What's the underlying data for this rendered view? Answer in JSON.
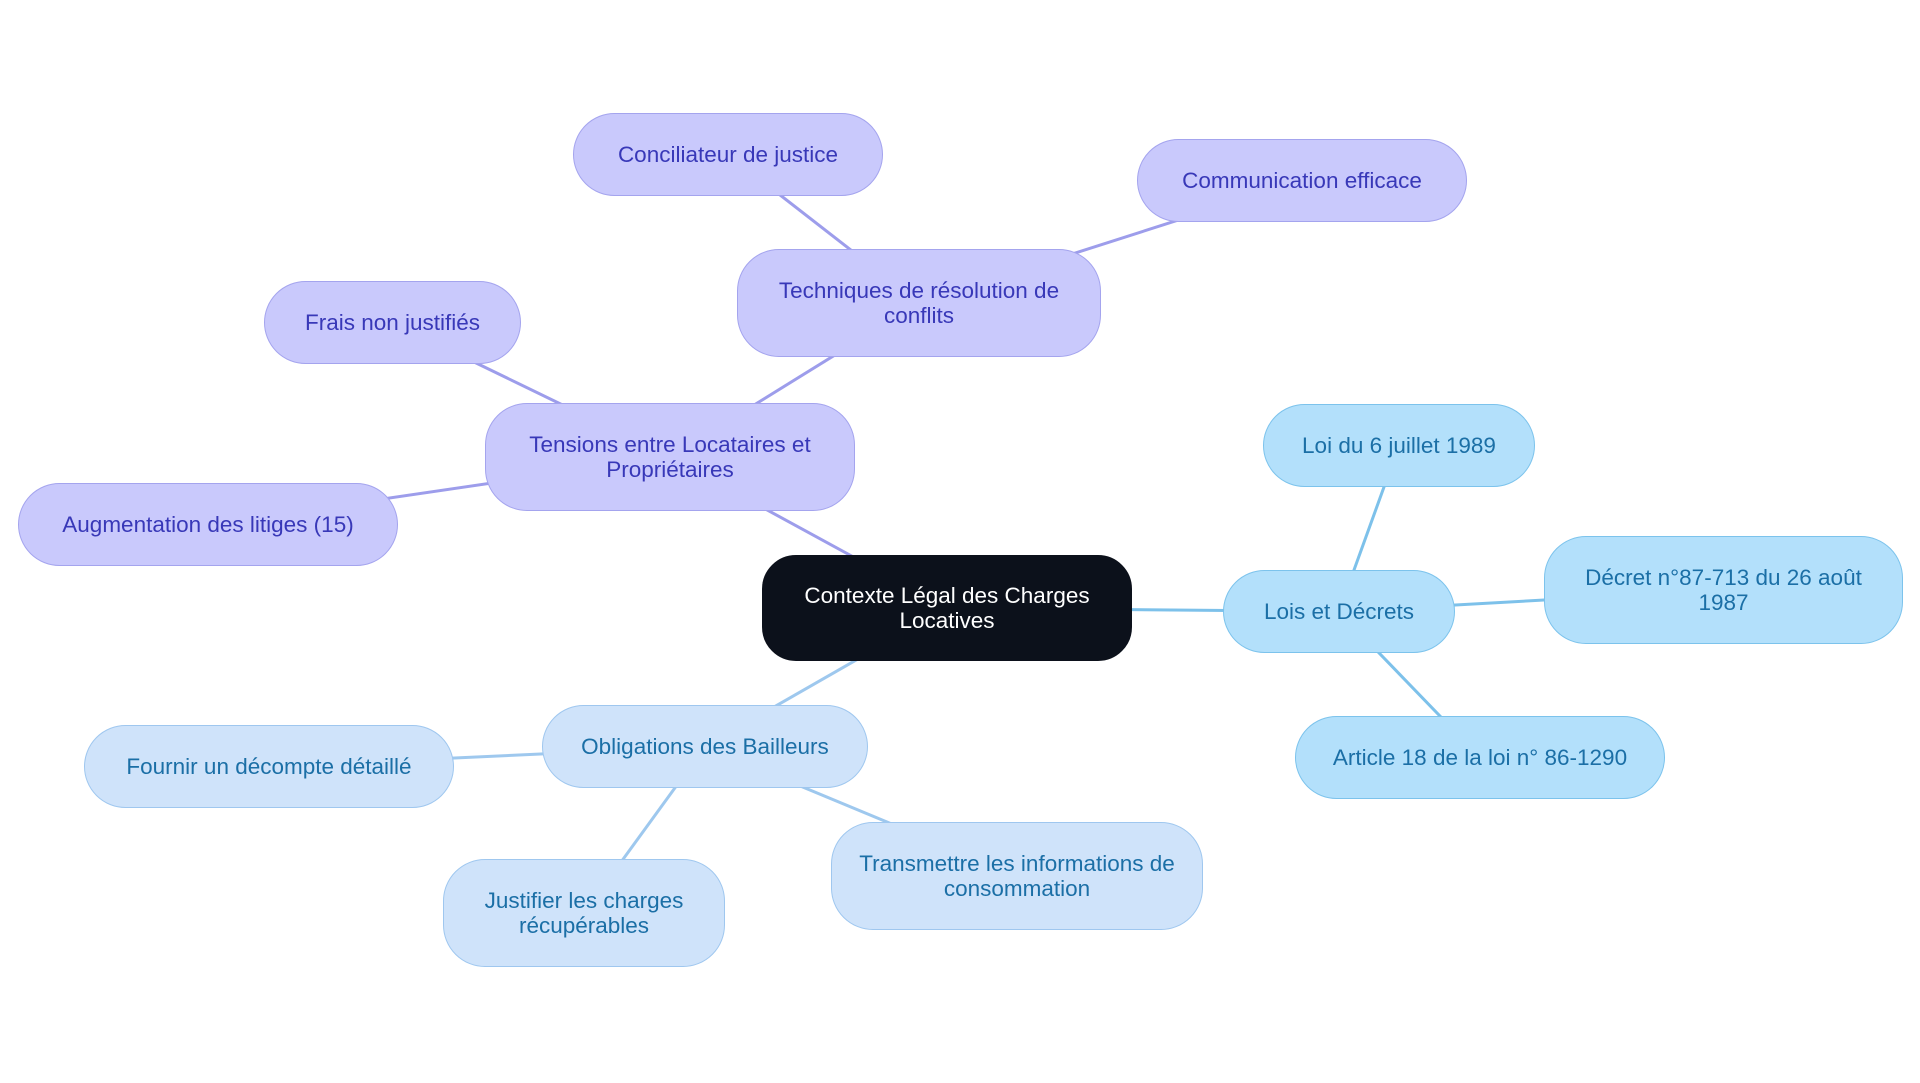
{
  "colors": {
    "center": "#0c111b",
    "purple_fill": "#c9c9fc",
    "purple_edge": "#9d9deb",
    "blue_fill": "#b3e0fb",
    "blue_edge": "#7dc1ea",
    "lightblue_fill": "#cfe3fa",
    "lightblue_edge": "#9ec8ee"
  },
  "root": {
    "label": "Contexte Légal des Charges Locatives"
  },
  "branches": {
    "tensions": {
      "label": "Tensions entre Locataires et Propriétaires",
      "children": {
        "resolution": {
          "label": "Techniques de résolution de conflits",
          "children": {
            "conciliateur": {
              "label": "Conciliateur de justice"
            },
            "communication": {
              "label": "Communication efficace"
            }
          }
        },
        "frais": {
          "label": "Frais non justifiés"
        },
        "augmentation": {
          "label": "Augmentation des litiges (15)"
        }
      }
    },
    "lois": {
      "label": "Lois et Décrets",
      "children": {
        "loi1989": {
          "label": "Loi du 6 juillet 1989"
        },
        "decret": {
          "label": "Décret n°87-713 du 26 août 1987"
        },
        "article18": {
          "label": "Article 18 de la loi n° 86-1290"
        }
      }
    },
    "obligations": {
      "label": "Obligations des Bailleurs",
      "children": {
        "decompte": {
          "label": "Fournir un décompte détaillé"
        },
        "justifier": {
          "label": "Justifier les charges récupérables"
        },
        "transmettre": {
          "label": "Transmettre les informations de consommation"
        }
      }
    }
  }
}
